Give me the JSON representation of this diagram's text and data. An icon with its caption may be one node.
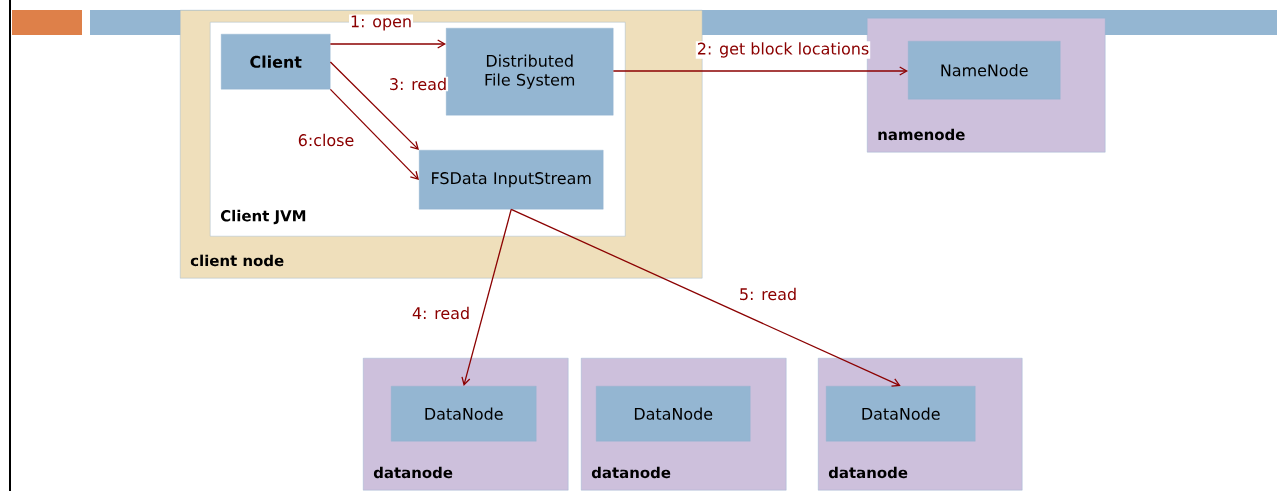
{
  "diagram": {
    "nodes": [
      {
        "text": [
          "client node"
        ]
      },
      {
        "text": [
          "Client JVM"
        ],
        "in": 0
      },
      {
        "text": [
          "Client"
        ],
        "in": 1
      },
      {
        "text": [
          "Distributed File System"
        ],
        "in": 1
      },
      {
        "text": [
          "FSData InputStream"
        ],
        "in": 1
      },
      {
        "text": [
          "namenode"
        ]
      },
      {
        "text": [
          "NameNode"
        ],
        "in": 5
      },
      {
        "text": [
          "datanode"
        ]
      },
      {
        "text": [
          "DataNode"
        ],
        "in": 7
      },
      {
        "text": [
          "datanode"
        ]
      },
      {
        "text": [
          "DataNode"
        ],
        "in": 9
      },
      {
        "text": [
          "datanode"
        ]
      },
      {
        "text": [
          "DataNode"
        ],
        "in": 11
      }
    ],
    "edges": [
      {
        "from": 2,
        "to": 3,
        "arrow": "to",
        "label": "1: open"
      },
      {
        "from": 3,
        "to": 6,
        "arrow": "to",
        "label": "2: get block locations"
      },
      {
        "from": 2,
        "to": 4,
        "arrow": "to",
        "label": "3: read"
      },
      {
        "from": 4,
        "to": 8,
        "arrow": "to",
        "label": "4: read"
      },
      {
        "from": 4,
        "to": 12,
        "arrow": "to",
        "label": "5: read"
      },
      {
        "from": 2,
        "to": 4,
        "arrow": "to",
        "label": "6:close"
      }
    ]
  }
}
